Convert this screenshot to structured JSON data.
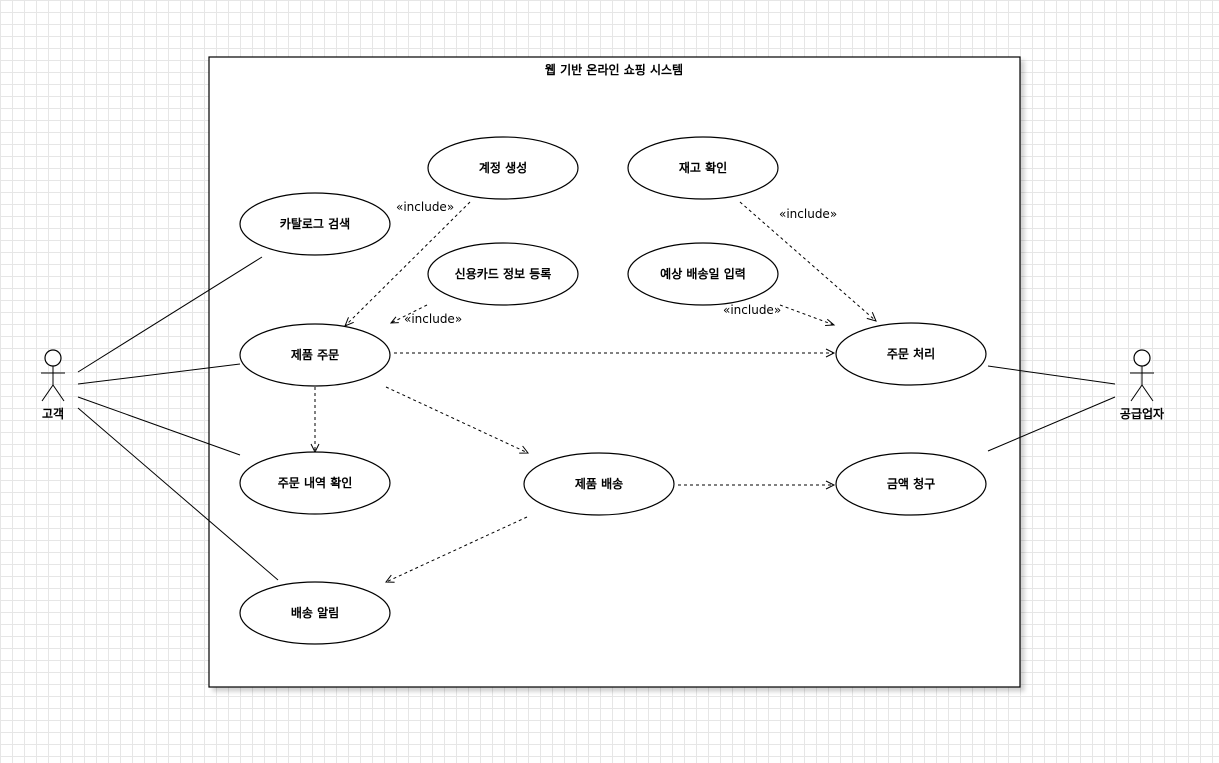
{
  "system": {
    "title": "웹 기반 온라인 쇼핑 시스템"
  },
  "actors": {
    "customer": "고객",
    "supplier": "공급업자"
  },
  "use_cases": {
    "account_create": "계정 생성",
    "stock_check": "재고 확인",
    "catalog_search": "카탈로그 검색",
    "card_register": "신용카드 정보 등록",
    "ship_date_input": "예상 배송일 입력",
    "order_product": "제품 주문",
    "order_process": "주문 처리",
    "order_history": "주문 내역 확인",
    "ship_product": "제품 배송",
    "bill_amount": "금액 청구",
    "ship_notify": "배송 알림"
  },
  "stereotypes": {
    "include_account": "«include»",
    "include_card": "«include»",
    "include_stock": "«include»",
    "include_shipdate": "«include»"
  }
}
